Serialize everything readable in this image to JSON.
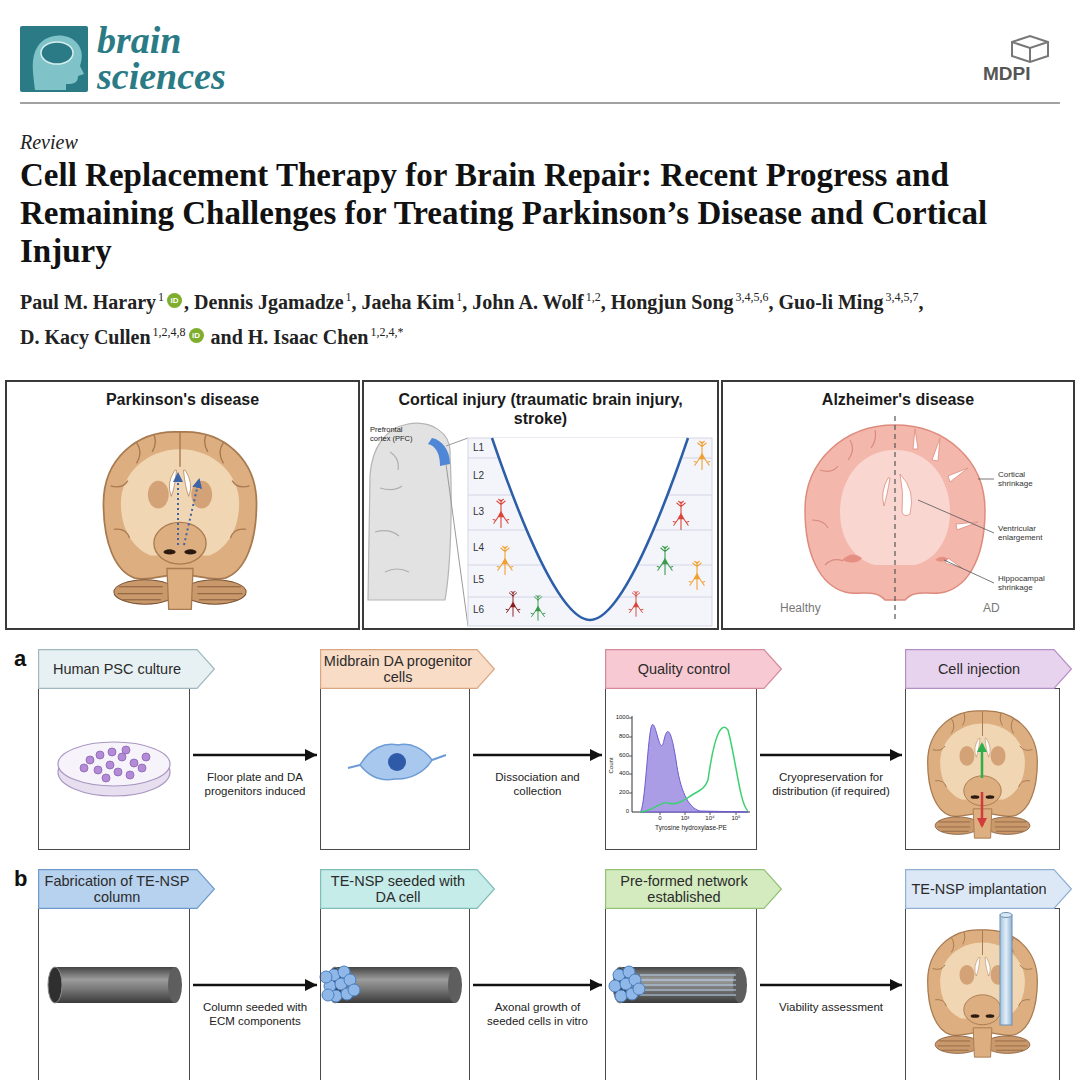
{
  "diagram": {
    "title": "Cell Replacement Therapy for Brain Repair: Recent Progress and Remaining Challenges for Treating Parkinson’s Disease and Cortical Injury",
    "nodes": [
      {
        "text": [
          "Parkinson's disease"
        ]
      },
      {
        "text": [
          "Cortical injury (traumatic brain injury, stroke)"
        ]
      },
      {
        "text": [
          "Alzheimer's disease"
        ]
      },
      {
        "text": [
          "Human PSC culture"
        ]
      },
      {
        "text": [
          "Midbrain DA progenitor cells"
        ]
      },
      {
        "text": [
          "Quality control"
        ]
      },
      {
        "text": [
          "Cell injection"
        ]
      },
      {
        "text": [
          "Fabrication of TE-NSP column"
        ]
      },
      {
        "text": [
          "TE-NSP seeded with DA cell"
        ]
      },
      {
        "text": [
          "Pre-formed network established"
        ]
      },
      {
        "text": [
          "TE-NSP implantation"
        ]
      }
    ],
    "edges": [
      {
        "from": 3,
        "to": 4,
        "arrow": "to",
        "label": "Floor plate and DA progenitors induced"
      },
      {
        "from": 4,
        "to": 5,
        "arrow": "to",
        "label": "Dissociation and collection"
      },
      {
        "from": 5,
        "to": 6,
        "arrow": "to",
        "label": "Cryopreservation for distribution (if required)"
      },
      {
        "from": 7,
        "to": 8,
        "arrow": "to",
        "label": "Column seeded with ECM components"
      },
      {
        "from": 8,
        "to": 9,
        "arrow": "to",
        "label": "Axonal growth of seeded cells in vitro"
      },
      {
        "from": 9,
        "to": 10,
        "arrow": "to",
        "label": "Viability assessment"
      }
    ],
    "labels": [
      "brain sciences",
      "MDPI",
      "Review",
      "Paul M. Harary",
      "1",
      "iD",
      ", Dennis Jgamadze",
      "1",
      ", Jaeha Kim",
      "1",
      ", John A. Wolf",
      "1,2",
      ", Hongjun Song",
      "3,4,5,6",
      ", Guo-li Ming",
      "3,4,5,7",
      ",",
      "D. Kacy Cullen",
      "1,2,4,8",
      "iD",
      "and H. Isaac Chen",
      "1,2,4,*",
      "Prefrontal cortex (PFC)",
      "L1",
      "L2",
      "L3",
      "L4",
      "L5",
      "L6",
      "Cortical shrinkage",
      "Ventricular enlargement",
      "Hippocampal shrinkage",
      "Healthy",
      "AD",
      "a",
      "1000",
      "800",
      "600",
      "400",
      "200",
      "0",
      "Count",
      "0",
      "10³",
      "10⁴",
      "10⁵",
      "Tyrosine hydroxylase-PE",
      "b"
    ]
  }
}
